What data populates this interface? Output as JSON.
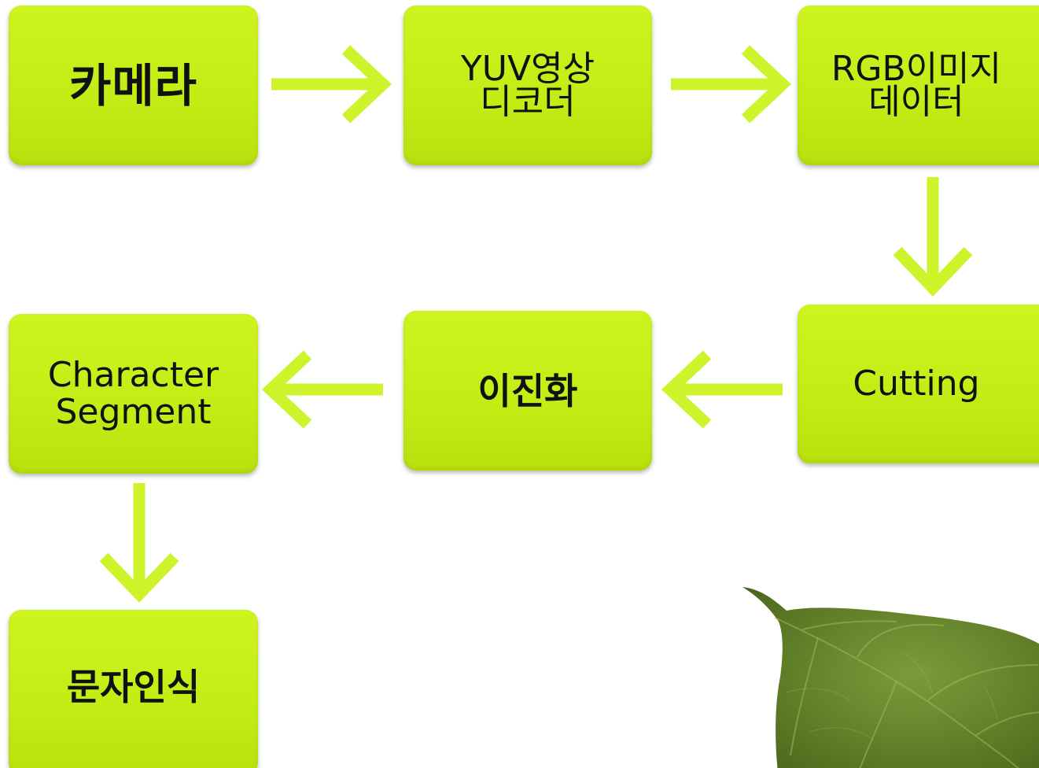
{
  "nodes": {
    "camera": "카메라",
    "yuv_line1": "YUV영상",
    "yuv_line2": "디코더",
    "rgb_line1": "RGB이미지",
    "rgb_line2": "데이터",
    "cutting": "Cutting",
    "binarize": "이진화",
    "segment_line1": "Character",
    "segment_line2": "Segment",
    "ocr": "문자인식"
  },
  "colors": {
    "box_fill": "#c6ee18",
    "arrow": "#cdf32a",
    "text": "#111111",
    "leaf": "#6e8a2e"
  },
  "edges": [
    [
      "카메라",
      "YUV영상 디코더"
    ],
    [
      "YUV영상 디코더",
      "RGB이미지 데이터"
    ],
    [
      "RGB이미지 데이터",
      "Cutting"
    ],
    [
      "Cutting",
      "이진화"
    ],
    [
      "이진화",
      "Character Segment"
    ],
    [
      "Character Segment",
      "문자인식"
    ]
  ]
}
